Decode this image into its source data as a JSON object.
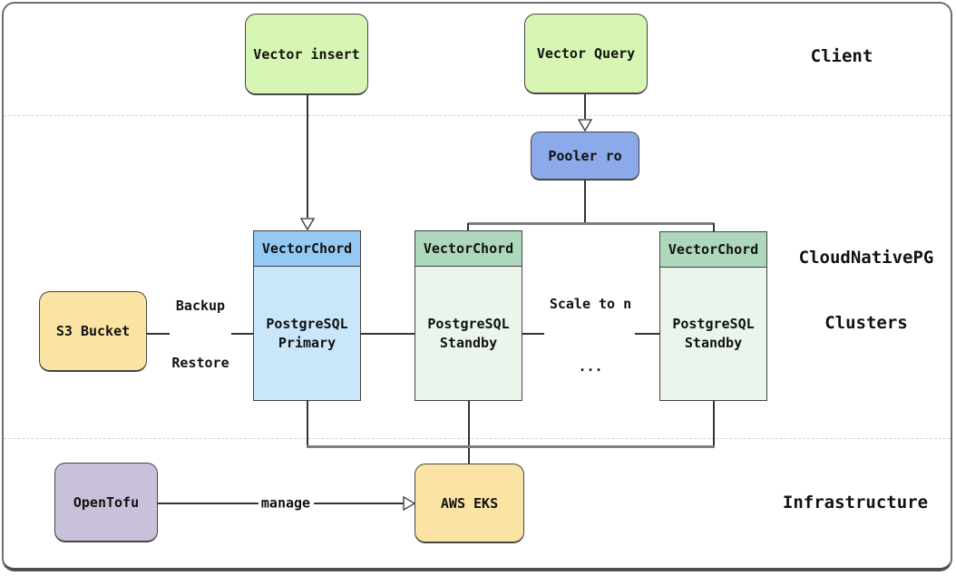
{
  "palette": {
    "client_green": "#d7f6b3",
    "pooler_blue": "#8caae9",
    "primary_header_blue": "#94c9f4",
    "primary_body_blue": "#cae6fb",
    "standby_header_green": "#aed8bc",
    "standby_body_green": "#eaf5ec",
    "bucket_yellow": "#fbe3a3",
    "opentofu_purple": "#c9c1da",
    "border_dark": "#424242",
    "line_dark": "#333333",
    "connector_gray": "#7d7d7d"
  },
  "zones": {
    "client": {
      "label": "Client"
    },
    "cloudnativepg": {
      "line1": "CloudNativePG",
      "line2": "Clusters"
    },
    "infrastructure": {
      "label": "Infrastructure"
    }
  },
  "nodes": {
    "vector_insert": {
      "label": "Vector insert"
    },
    "vector_query": {
      "label": "Vector Query"
    },
    "pooler": {
      "label": "Pooler ro"
    },
    "primary": {
      "header": "VectorChord",
      "line1": "PostgreSQL",
      "line2": "Primary"
    },
    "standby1": {
      "header": "VectorChord",
      "line1": "PostgreSQL",
      "line2": "Standby"
    },
    "standby2": {
      "header": "VectorChord",
      "line1": "PostgreSQL",
      "line2": "Standby"
    },
    "s3": {
      "label": "S3 Bucket"
    },
    "opentofu": {
      "label": "OpenTofu"
    },
    "eks": {
      "label": "AWS EKS"
    }
  },
  "edges": {
    "backup_restore": {
      "line1": "Backup",
      "line2": "Restore"
    },
    "scale": {
      "line1": "Scale to n",
      "line2": "..."
    },
    "manage": {
      "label": "manage"
    }
  }
}
